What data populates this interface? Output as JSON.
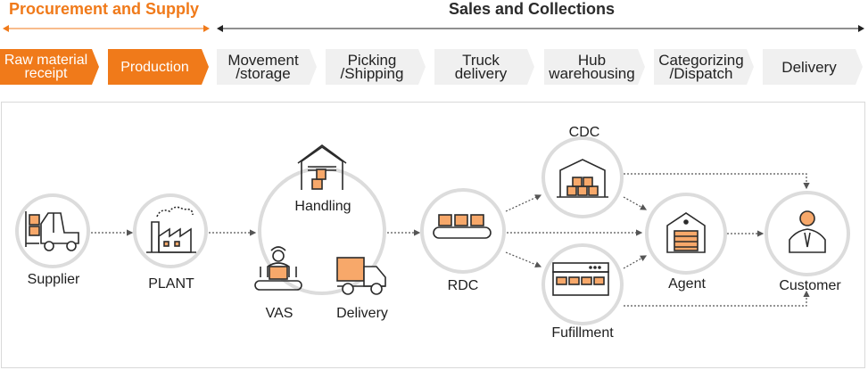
{
  "headers": {
    "procurement": "Procurement and Supply",
    "sales": "Sales and Collections"
  },
  "stages": [
    {
      "label": "Raw material\nreceipt",
      "style": "orange"
    },
    {
      "label": "Production",
      "style": "orange"
    },
    {
      "label": "Movement\n/storage",
      "style": "gray"
    },
    {
      "label": "Picking\n/Shipping",
      "style": "gray"
    },
    {
      "label": "Truck\ndelivery",
      "style": "gray"
    },
    {
      "label": "Hub\nwarehousing",
      "style": "gray"
    },
    {
      "label": "Categorizing\n/Dispatch",
      "style": "gray"
    },
    {
      "label": "Delivery",
      "style": "gray"
    }
  ],
  "nodes": {
    "supplier": "Supplier",
    "plant": "PLANT",
    "handling": "Handling",
    "vas": "VAS",
    "delivery": "Delivery",
    "rdc": "RDC",
    "cdc": "CDC",
    "fulfillment": "Fufillment",
    "agent": "Agent",
    "customer": "Customer"
  },
  "colors": {
    "accent": "#f07a1a",
    "stage_gray": "#f0f0f0",
    "circle_border": "#dcdcdc",
    "icon_stroke": "#2b2b2b",
    "icon_fill": "#f7a86a"
  },
  "icons": [
    "forklift-icon",
    "factory-icon",
    "warehouse-icon",
    "worker-conveyor-icon",
    "truck-icon",
    "conveyor-boxes-icon",
    "cdc-warehouse-icon",
    "fulfillment-machine-icon",
    "garage-icon",
    "customer-icon"
  ]
}
